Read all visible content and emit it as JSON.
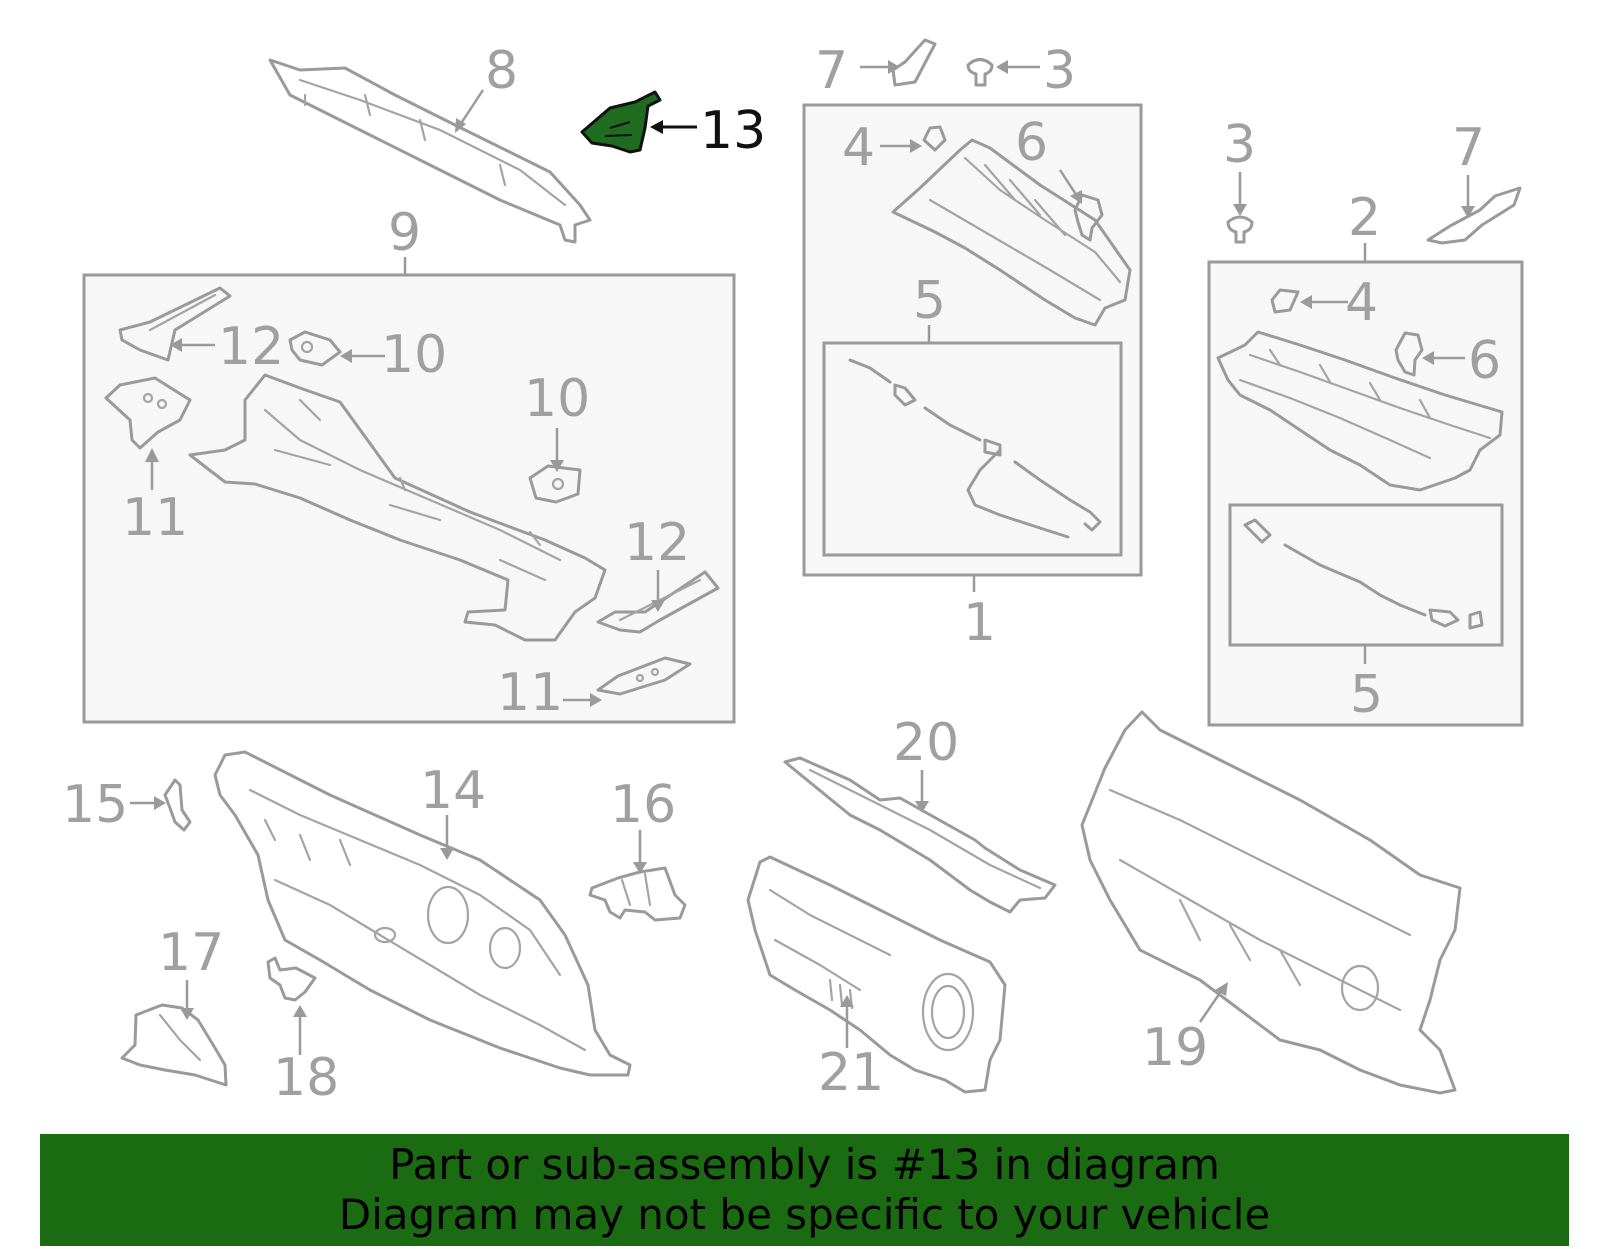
{
  "callouts": {
    "c1": "1",
    "c2": "2",
    "c3a": "3",
    "c3b": "3",
    "c4a": "4",
    "c4b": "4",
    "c5a": "5",
    "c5b": "5",
    "c6a": "6",
    "c6b": "6",
    "c7a": "7",
    "c7b": "7",
    "c8": "8",
    "c9": "9",
    "c10a": "10",
    "c10b": "10",
    "c11a": "11",
    "c11b": "11",
    "c12a": "12",
    "c12b": "12",
    "c13": "13",
    "c14": "14",
    "c15": "15",
    "c16": "16",
    "c17": "17",
    "c18": "18",
    "c19": "19",
    "c20": "20",
    "c21": "21"
  },
  "highlight": {
    "part_number": "13",
    "color": "#1f6b1f"
  },
  "banner": {
    "line1": "Part or sub-assembly is #13 in diagram",
    "line2": "Diagram may not be specific to your vehicle",
    "background": "#1a6b12"
  }
}
